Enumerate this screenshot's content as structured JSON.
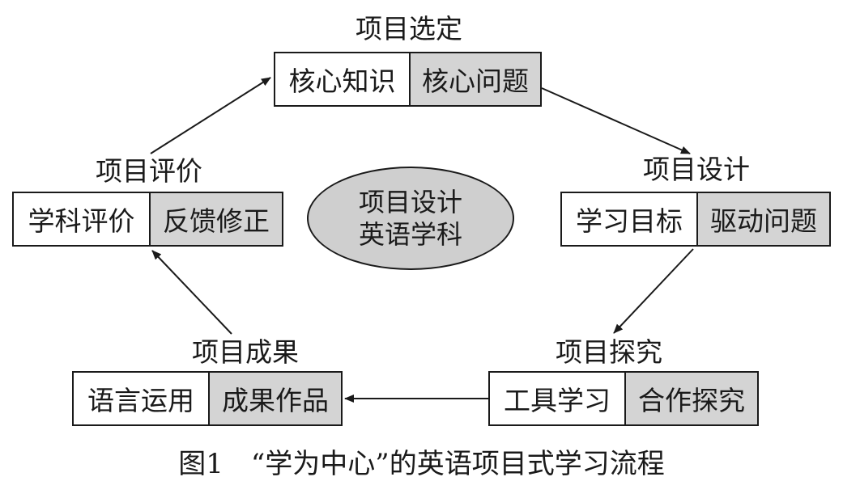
{
  "nodes": {
    "selection": {
      "title": "项目选定",
      "left": "核心知识",
      "right": "核心问题"
    },
    "design": {
      "title": "项目设计",
      "left": "学习目标",
      "right": "驱动问题"
    },
    "inquiry": {
      "title": "项目探究",
      "left": "工具学习",
      "right": "合作探究"
    },
    "outcome": {
      "title": "项目成果",
      "left": "语言运用",
      "right": "成果作品"
    },
    "evaluation": {
      "title": "项目评价",
      "left": "学科评价",
      "right": "反馈修正"
    }
  },
  "center": {
    "line1": "项目设计",
    "line2": "英语学科"
  },
  "caption": "图1　“学为中心”的英语项目式学习流程",
  "colors": {
    "highlight": "#d4d4d4",
    "ellipse": "#cfcfcf",
    "stroke": "#1a1a1a"
  }
}
